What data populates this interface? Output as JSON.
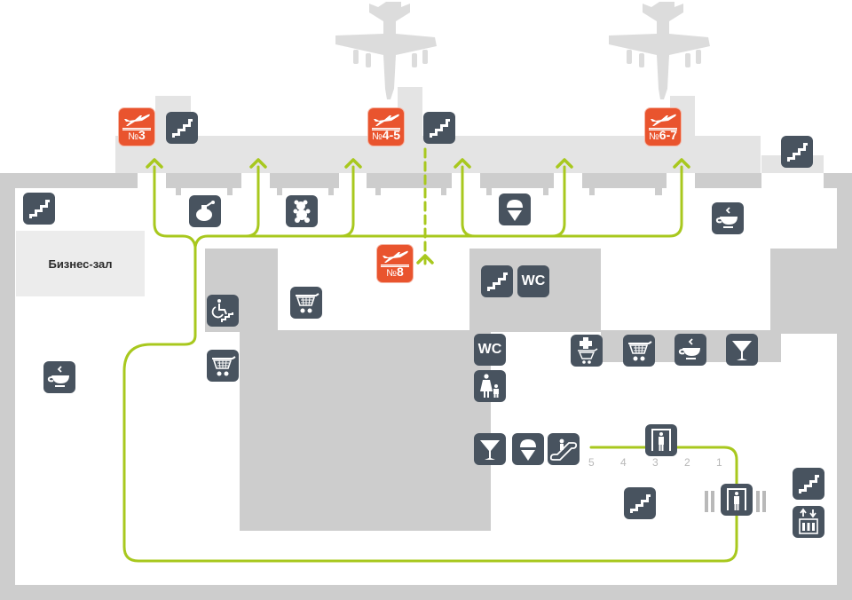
{
  "map": {
    "title": "Airport terminal floor plan",
    "colors": {
      "wall": "#cdcdcd",
      "light_area": "#e4e4e4",
      "lounge_fill": "#ececec",
      "route": "#a8c81e",
      "icon_bg": "#48535f",
      "gate_bg": "#e9542e",
      "checkpoint_number": "#b8b8b8"
    },
    "areas": {
      "business_lounge": "Бизнес-зал"
    },
    "gates": [
      {
        "id": "gate-3",
        "prefix": "№",
        "number": "3"
      },
      {
        "id": "gate-4-5",
        "prefix": "№",
        "number": "4-5"
      },
      {
        "id": "gate-6-7",
        "prefix": "№",
        "number": "6-7"
      },
      {
        "id": "gate-8",
        "prefix": "№",
        "number": "8"
      }
    ],
    "services": {
      "wc_label": "WC"
    },
    "checkpoint_numbers": [
      "5",
      "4",
      "3",
      "2",
      "1"
    ],
    "legend_icons": [
      "stairs-icon",
      "departure-gate-icon",
      "perfume-icon",
      "toy-bear-icon",
      "ice-cream-icon",
      "coffee-cup-icon",
      "wheelchair-stairs-icon",
      "shopping-cart-icon",
      "wc-icon",
      "mother-child-room-icon",
      "pharmacy-icon",
      "cocktail-bar-icon",
      "escalator-icon",
      "security-scanner-icon",
      "elevator-icon",
      "airplane-icon"
    ]
  }
}
